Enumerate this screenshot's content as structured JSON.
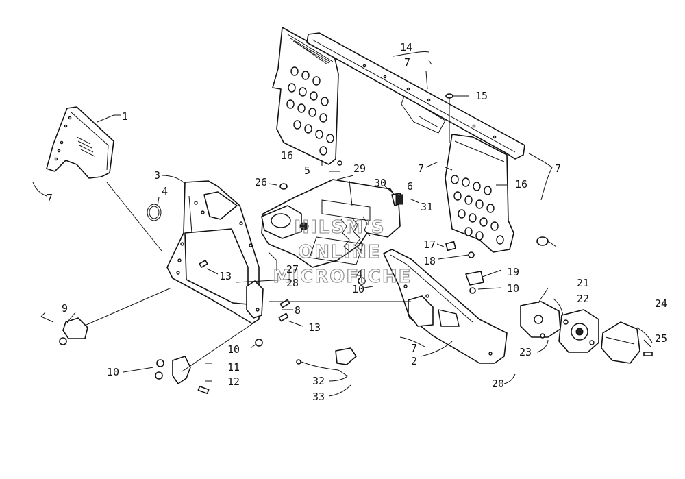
{
  "watermark": {
    "line1": "HILSM'S",
    "line2": "ONLINE",
    "line3": "MICROFICHE"
  },
  "callouts": [
    {
      "id": "c1",
      "text": "1"
    },
    {
      "id": "c2",
      "text": "2"
    },
    {
      "id": "c3",
      "text": "3"
    },
    {
      "id": "c4a",
      "text": "4"
    },
    {
      "id": "c4b",
      "text": "4"
    },
    {
      "id": "c5",
      "text": "5"
    },
    {
      "id": "c6",
      "text": "6"
    },
    {
      "id": "c7a",
      "text": "7"
    },
    {
      "id": "c7b",
      "text": "7"
    },
    {
      "id": "c7c",
      "text": "7"
    },
    {
      "id": "c7d",
      "text": "7"
    },
    {
      "id": "c7e",
      "text": "7"
    },
    {
      "id": "c8",
      "text": "8"
    },
    {
      "id": "c9",
      "text": "9"
    },
    {
      "id": "c10a",
      "text": "10"
    },
    {
      "id": "c10b",
      "text": "10"
    },
    {
      "id": "c10c",
      "text": "10"
    },
    {
      "id": "c10d",
      "text": "10"
    },
    {
      "id": "c11",
      "text": "11"
    },
    {
      "id": "c12",
      "text": "12"
    },
    {
      "id": "c13a",
      "text": "13"
    },
    {
      "id": "c13b",
      "text": "13"
    },
    {
      "id": "c14",
      "text": "14"
    },
    {
      "id": "c15",
      "text": "15"
    },
    {
      "id": "c16a",
      "text": "16"
    },
    {
      "id": "c16b",
      "text": "16"
    },
    {
      "id": "c17",
      "text": "17"
    },
    {
      "id": "c18",
      "text": "18"
    },
    {
      "id": "c19",
      "text": "19"
    },
    {
      "id": "c20",
      "text": "20"
    },
    {
      "id": "c21",
      "text": "21"
    },
    {
      "id": "c22",
      "text": "22"
    },
    {
      "id": "c23",
      "text": "23"
    },
    {
      "id": "c24",
      "text": "24"
    },
    {
      "id": "c25",
      "text": "25"
    },
    {
      "id": "c26",
      "text": "26"
    },
    {
      "id": "c27",
      "text": "27"
    },
    {
      "id": "c28",
      "text": "28"
    },
    {
      "id": "c29",
      "text": "29"
    },
    {
      "id": "c30",
      "text": "30"
    },
    {
      "id": "c31",
      "text": "31"
    },
    {
      "id": "c32",
      "text": "32"
    },
    {
      "id": "c33",
      "text": "33"
    }
  ]
}
